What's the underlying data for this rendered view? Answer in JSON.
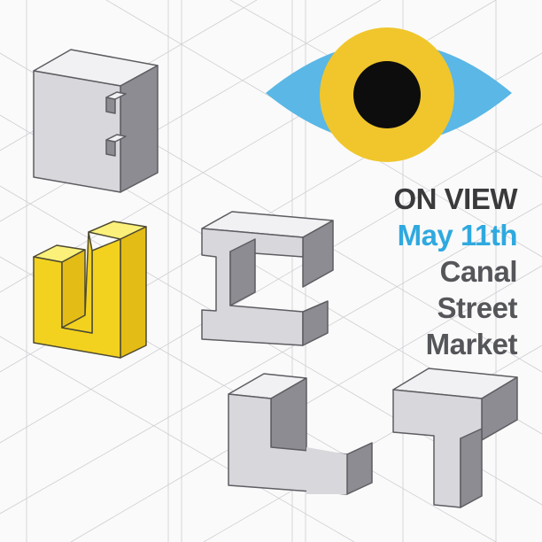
{
  "poster": {
    "letters": [
      "B",
      "U",
      "I",
      "L",
      "T"
    ],
    "info": {
      "line1": "ON VIEW",
      "line2": "May 11th",
      "line3": "Canal",
      "line4": "Street",
      "line5": "Market"
    },
    "colors": {
      "eye_outer": "#5ab7e6",
      "iris": "#f0c62c",
      "pupil": "#0d0d0d",
      "accent_yellow": "#f3d21f",
      "date_blue": "#2fa9df",
      "text_dark": "#3a3a3d",
      "block_top": "#f1f1f3",
      "block_front": "#d8d8dc",
      "block_side": "#8c8c92",
      "grid_line": "#cfcfd4"
    }
  }
}
